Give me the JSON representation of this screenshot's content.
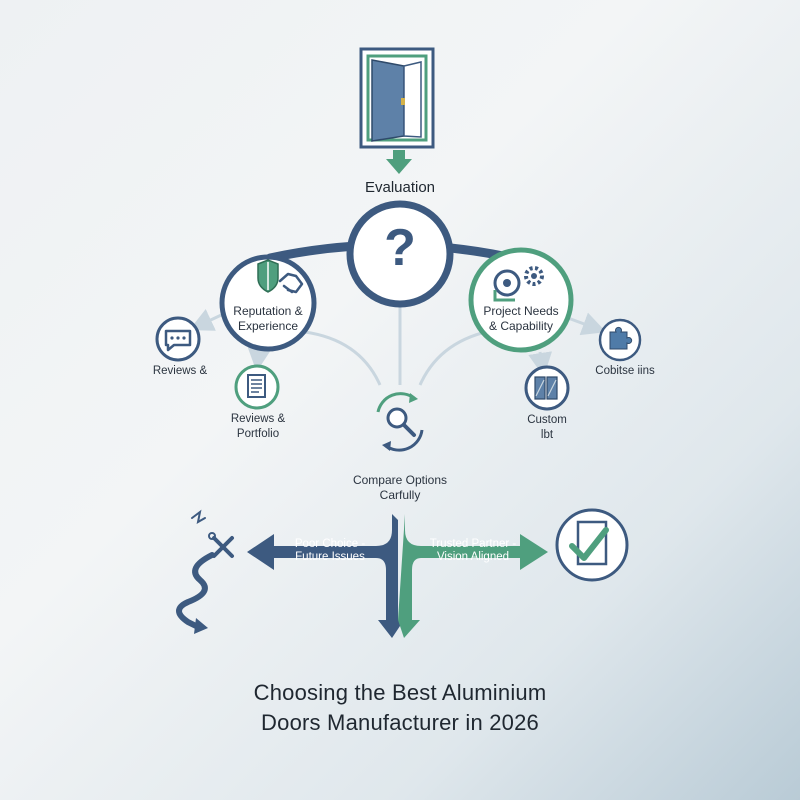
{
  "labels": {
    "evaluation": "Evaluation",
    "reputation_l1": "Reputation &",
    "reputation_l2": "Experience",
    "project_l1": "Project Needs",
    "project_l2": "& Capability",
    "reviews_top": "Reviews &",
    "reviews_l1": "Reviews &",
    "reviews_l2": "Portfolio",
    "custom_l1": "Custom",
    "custom_l2": "lbt",
    "cobitse": "Cobitse iins",
    "compare_l1": "Compare Options",
    "compare_l2": "Carfully",
    "poor_l1": "Poor Choice -",
    "poor_l2": "Future Issues",
    "trusted_l1": "Trusted Partner -",
    "trusted_l2": "Vision Aligned",
    "question_mark": "?"
  },
  "title": {
    "line1": "Choosing the Best Aluminium",
    "line2": "Doors Manufacturer in 2026"
  },
  "colors": {
    "navy": "#3d5a80",
    "green": "#4f9f7e",
    "light_line": "#c9d6df",
    "text": "#2b3440"
  },
  "icons": [
    "door-icon",
    "question-icon",
    "shield-icon",
    "handshake-icon",
    "gear-icon",
    "tape-measure-icon",
    "chat-icon",
    "document-icon",
    "puzzle-icon",
    "panel-icon",
    "magnifier-icon",
    "tools-icon",
    "door-check-icon"
  ]
}
